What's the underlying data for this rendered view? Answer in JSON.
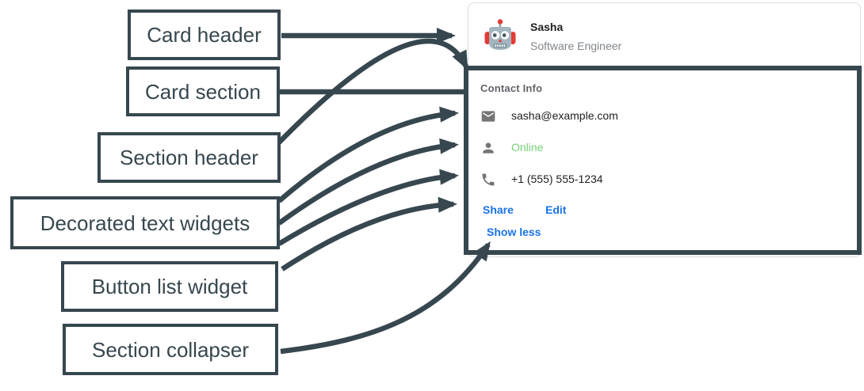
{
  "diagram": {
    "annotation_color": "#37474f",
    "labels": [
      {
        "id": "card-header",
        "text": "Card header"
      },
      {
        "id": "card-section",
        "text": "Card section"
      },
      {
        "id": "section-header",
        "text": "Section header"
      },
      {
        "id": "decorated-text-widgets",
        "text": "Decorated text widgets"
      },
      {
        "id": "button-list-widget",
        "text": "Button list widget"
      },
      {
        "id": "section-collapser",
        "text": "Section collapser"
      }
    ],
    "connectors": [
      {
        "from": "Card header",
        "to": "card header area (avatar + name)"
      },
      {
        "from": "Card section",
        "to": "outlined card section"
      },
      {
        "from": "Section header",
        "to": "Contact Info section header"
      },
      {
        "from": "Decorated text widgets",
        "to": "email row"
      },
      {
        "from": "Decorated text widgets",
        "to": "online status row"
      },
      {
        "from": "Decorated text widgets",
        "to": "phone row"
      },
      {
        "from": "Button list widget",
        "to": "Share / Edit button list"
      },
      {
        "from": "Section collapser",
        "to": "Show less collapser"
      }
    ]
  },
  "card": {
    "header": {
      "avatar": "robot-avatar",
      "name": "Sasha",
      "subtitle": "Software Engineer"
    },
    "section": {
      "title": "Contact Info",
      "widgets": [
        {
          "icon": "email-icon",
          "text": "sasha@example.com",
          "status": ""
        },
        {
          "icon": "person-icon",
          "text": "Online",
          "status": "online"
        },
        {
          "icon": "phone-icon",
          "text": "+1 (555) 555-1234",
          "status": ""
        }
      ],
      "buttons": [
        {
          "label": "Share"
        },
        {
          "label": "Edit"
        }
      ],
      "collapser": {
        "label": "Show less"
      }
    },
    "colors": {
      "link_blue": "#1a73e8",
      "online_green": "#74d077",
      "text_dark": "#202124",
      "muted_gray": "#5f6368",
      "icon_gray": "#757575",
      "card_border": "#dadce0"
    }
  }
}
